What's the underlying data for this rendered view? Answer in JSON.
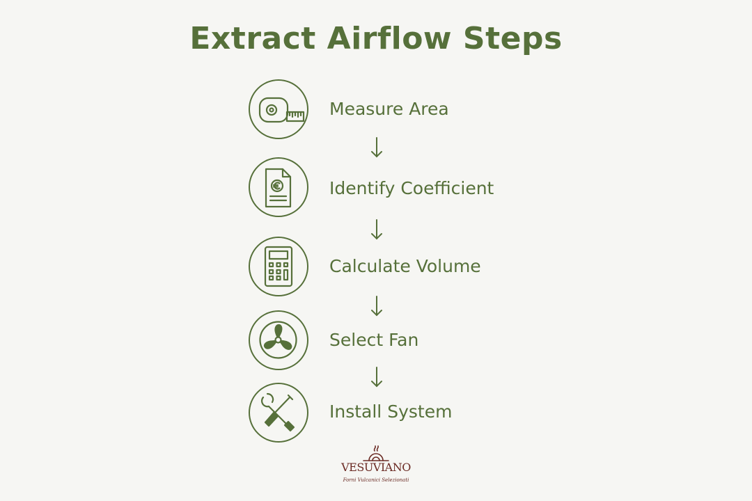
{
  "title": "Extract Airflow Steps",
  "colors": {
    "primary": "#56703a",
    "background": "#f6f6f3",
    "logo": "#6b2b24"
  },
  "steps": [
    {
      "label": "Measure Area",
      "icon": "tape-measure-icon"
    },
    {
      "label": "Identify Coefficient",
      "icon": "document-euro-icon"
    },
    {
      "label": "Calculate Volume",
      "icon": "calculator-icon"
    },
    {
      "label": "Select Fan",
      "icon": "fan-icon"
    },
    {
      "label": "Install System",
      "icon": "wrench-screwdriver-icon"
    }
  ],
  "logo": {
    "name": "VESUVIANO",
    "tagline": "Forni Vulcanici Selezionati"
  }
}
